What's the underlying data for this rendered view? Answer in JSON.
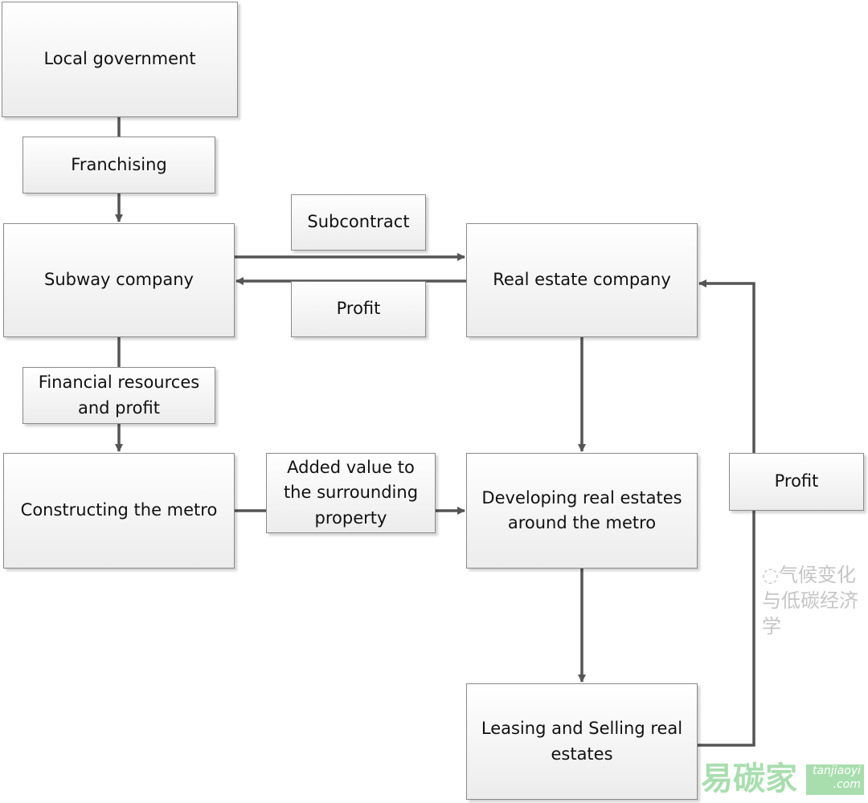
{
  "nodes": {
    "local_government": "Local government",
    "franchising": "Franchising",
    "subway_company": "Subway company",
    "subcontract": "Subcontract",
    "real_estate_company": "Real estate company",
    "profit_middle": "Profit",
    "financial_resources": "Financial resources and profit",
    "constructing_metro": "Constructing the metro",
    "added_value": "Added value to the surrounding property",
    "developing_real_estates": "Developing real estates around the metro",
    "profit_right": "Profit",
    "leasing_selling": "Leasing and Selling real estates"
  },
  "colors": {
    "line": "#555555",
    "border": "#8a8a8a"
  },
  "watermark": {
    "channel": "气候变化与低碳经济学",
    "brand": "易碳家",
    "domain": "tanjiaoyi",
    "tld": ".com"
  }
}
